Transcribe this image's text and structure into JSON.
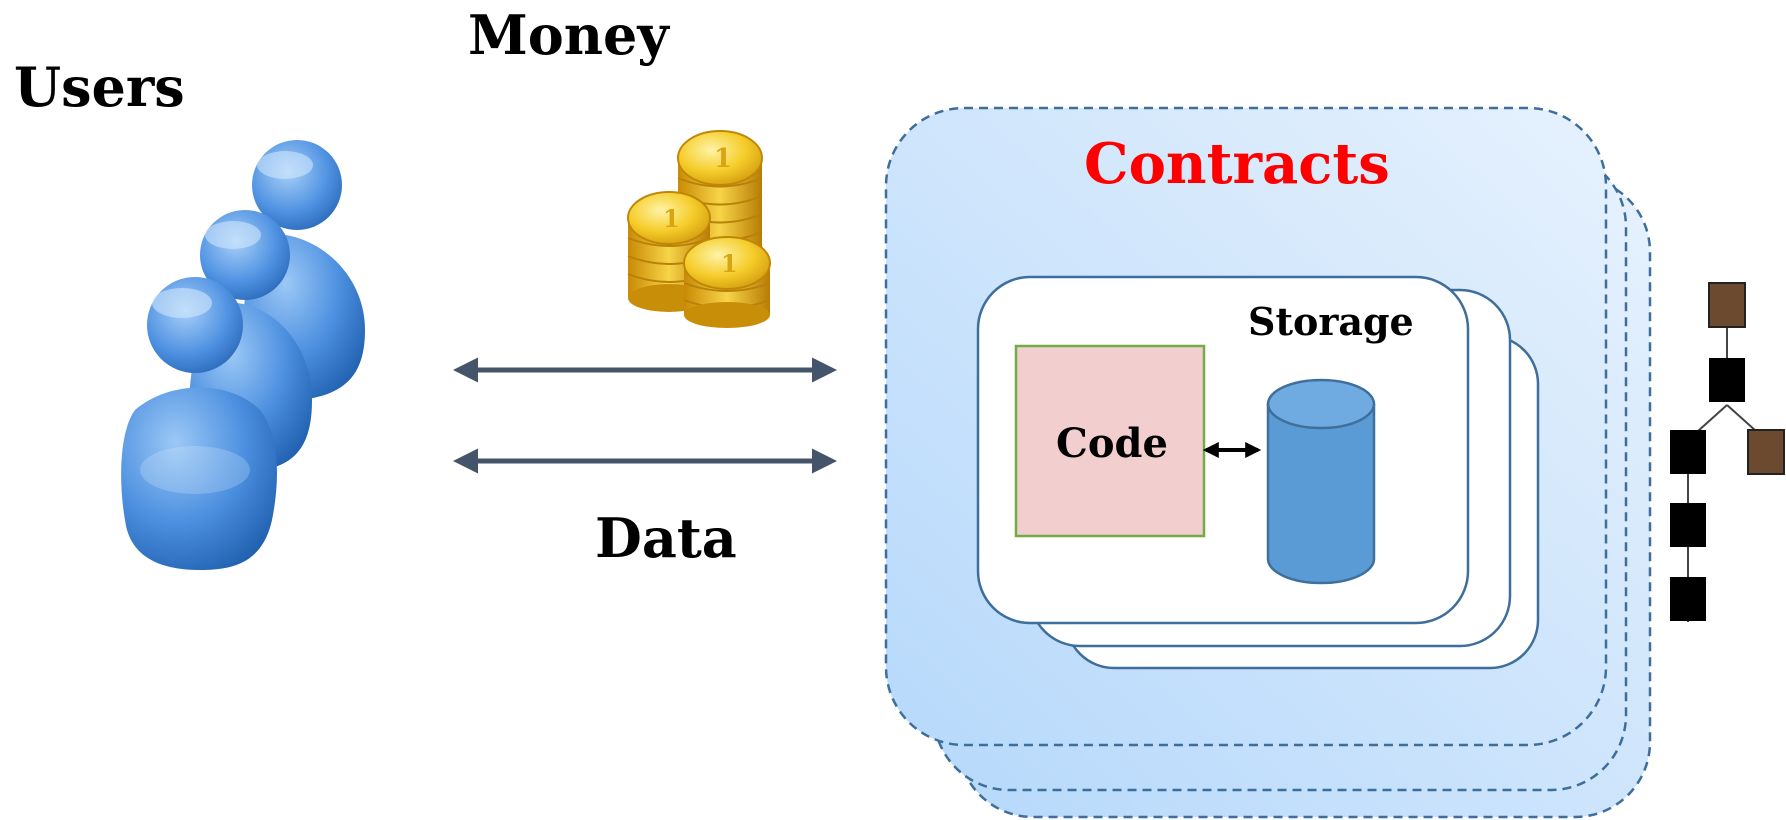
{
  "labels": {
    "users": "Users",
    "money": "Money",
    "data": "Data",
    "contracts": "Contracts",
    "storage": "Storage",
    "code": "Code"
  },
  "icons": {
    "users": "users-group-icon",
    "money": "gold-coins-icon",
    "storage": "database-cylinder-icon",
    "blockchain": "blockchain-tree-icon"
  },
  "colors": {
    "contracts_title": "#ff0000",
    "contract_panel": "#cfe5fb",
    "contract_border": "#3d6e9c",
    "code_fill": "#f2cece",
    "code_border": "#70ad47",
    "storage_fill": "#5b9bd5",
    "arrow": "#44546a",
    "user_blue": "#3f86d9",
    "coin_gold": "#f2c21c",
    "block_brown": "#6b4a2f"
  }
}
